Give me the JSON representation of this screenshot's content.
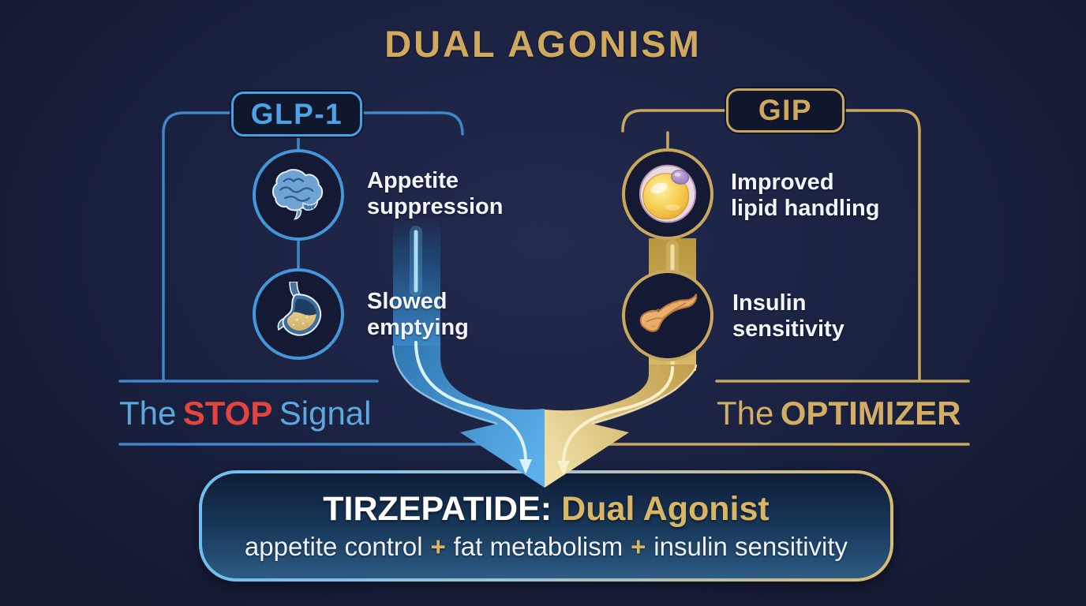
{
  "title": "DUAL AGONISM",
  "glp1": {
    "label": "GLP-1",
    "items": [
      {
        "icon": "brain-icon",
        "line1": "Appetite",
        "line2": "suppression"
      },
      {
        "icon": "stomach-icon",
        "line1": "Slowed",
        "line2": "emptying"
      }
    ],
    "tagline": {
      "prefix": "The",
      "emphasis": "STOP",
      "suffix": "Signal"
    }
  },
  "gip": {
    "label": "GIP",
    "items": [
      {
        "icon": "fat-cell-icon",
        "line1": "Improved",
        "line2": "lipid handling"
      },
      {
        "icon": "pancreas-icon",
        "line1": "Insulin",
        "line2": "sensitivity"
      }
    ],
    "tagline": {
      "prefix": "The",
      "emphasis": "OPTIMIZER",
      "suffix": ""
    }
  },
  "result": {
    "drug": "TIRZEPATIDE:",
    "subtitle": "Dual Agonist",
    "benefits": [
      "appetite control",
      "fat metabolism",
      "insulin sensitivity"
    ],
    "separator": "+"
  },
  "colors": {
    "background": "#1a2140",
    "blue": "#4da3e8",
    "gold": "#d0a95e",
    "red": "#e3453c",
    "white": "#f2f6fa"
  }
}
